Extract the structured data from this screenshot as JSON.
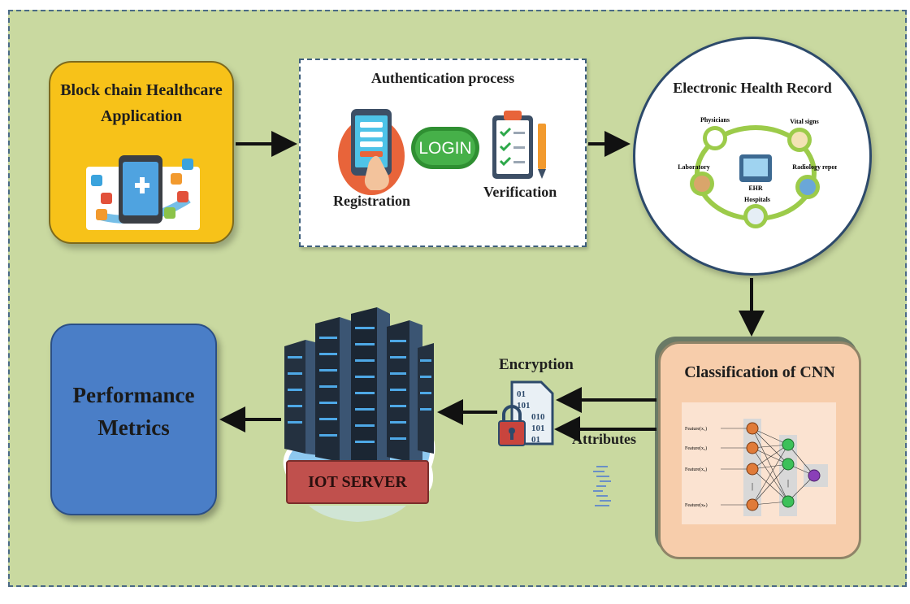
{
  "block_chain": {
    "title_line1": "Block chain Healthcare",
    "title_line2": "Application"
  },
  "authentication": {
    "title": "Authentication process",
    "login_label": "LOGIN",
    "registration_label": "Registration",
    "verification_label": "Verification"
  },
  "ehr": {
    "title": "Electronic Health Record",
    "center_label": "EHR",
    "nodes": [
      "Physicians",
      "Vital signs",
      "Radiology reports",
      "Hospitals",
      "Laboratory"
    ]
  },
  "cnn": {
    "title": "Classification of  CNN",
    "feature_labels": [
      "Feature(x₁)",
      "Feature(x₂)",
      "Feature(x₃)",
      "Feature(xₙ)"
    ]
  },
  "encryption": {
    "label": "Encryption",
    "attributes_label": "Attributes",
    "binary_rows": [
      "01",
      "101",
      "010",
      "101",
      "01"
    ]
  },
  "iot_server": {
    "label": "IOT SERVER"
  },
  "performance": {
    "title_line1": "Performance",
    "title_line2": "Metrics"
  },
  "colors": {
    "background": "#c9d9a0",
    "block_chain": "#f7c219",
    "cnn_box": "#f7cdab",
    "performance": "#4a7ec7",
    "iot_label": "#c0504d",
    "server": "#2d3f55",
    "arrow": "#111111"
  }
}
